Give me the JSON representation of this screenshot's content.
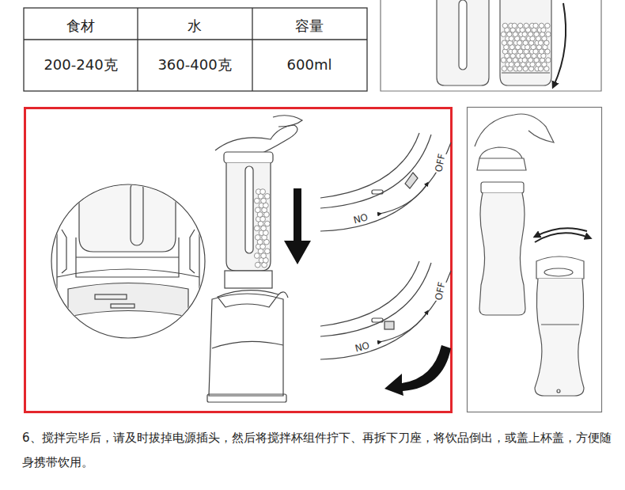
{
  "diagram": {
    "labels": [
      "食材",
      "水",
      "容量",
      "200-240克",
      "360-400克",
      "600ml",
      "OFF",
      "NO",
      "OFF",
      "NO",
      "6、搅拌完毕后，请及时拔掉电源插头，然后将搅拌杯组件拧下、再拆下刀座，将饮品倒出，或盖上杯盖，方便随身携带饮用。"
    ]
  }
}
